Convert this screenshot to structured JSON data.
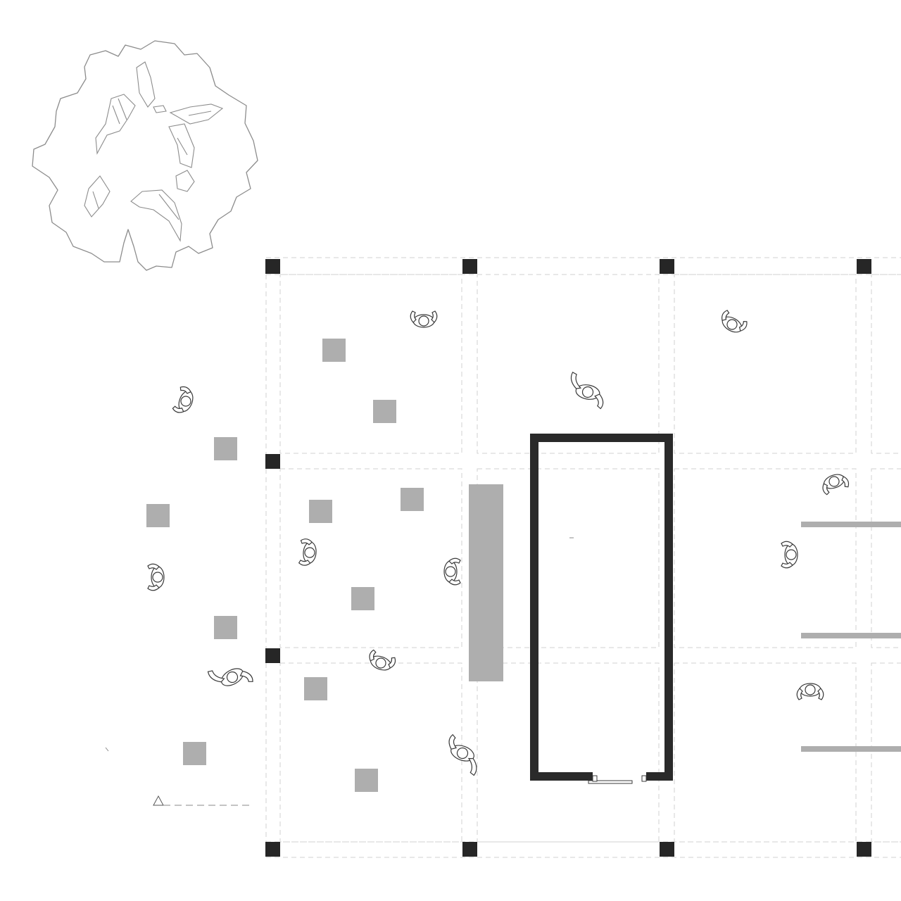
{
  "drawing": {
    "type": "architectural floor plan",
    "colors": {
      "background": "#ffffff",
      "columns": "#262626",
      "walls": "#2a2a2a",
      "seating": "#aeaeae",
      "grid": "#d2d2d2",
      "tree": "#8c8c8c"
    },
    "legend": {
      "north_marker_icon": "triangle-marker-icon"
    },
    "elements": {
      "tree": "tree-canopy-icon",
      "people": "person-figure-icon",
      "columns": "structural-column",
      "seating": "seating-cube",
      "core_room": "enclosed-room",
      "bench": "long-bench",
      "shelves": "display-shelf"
    }
  }
}
